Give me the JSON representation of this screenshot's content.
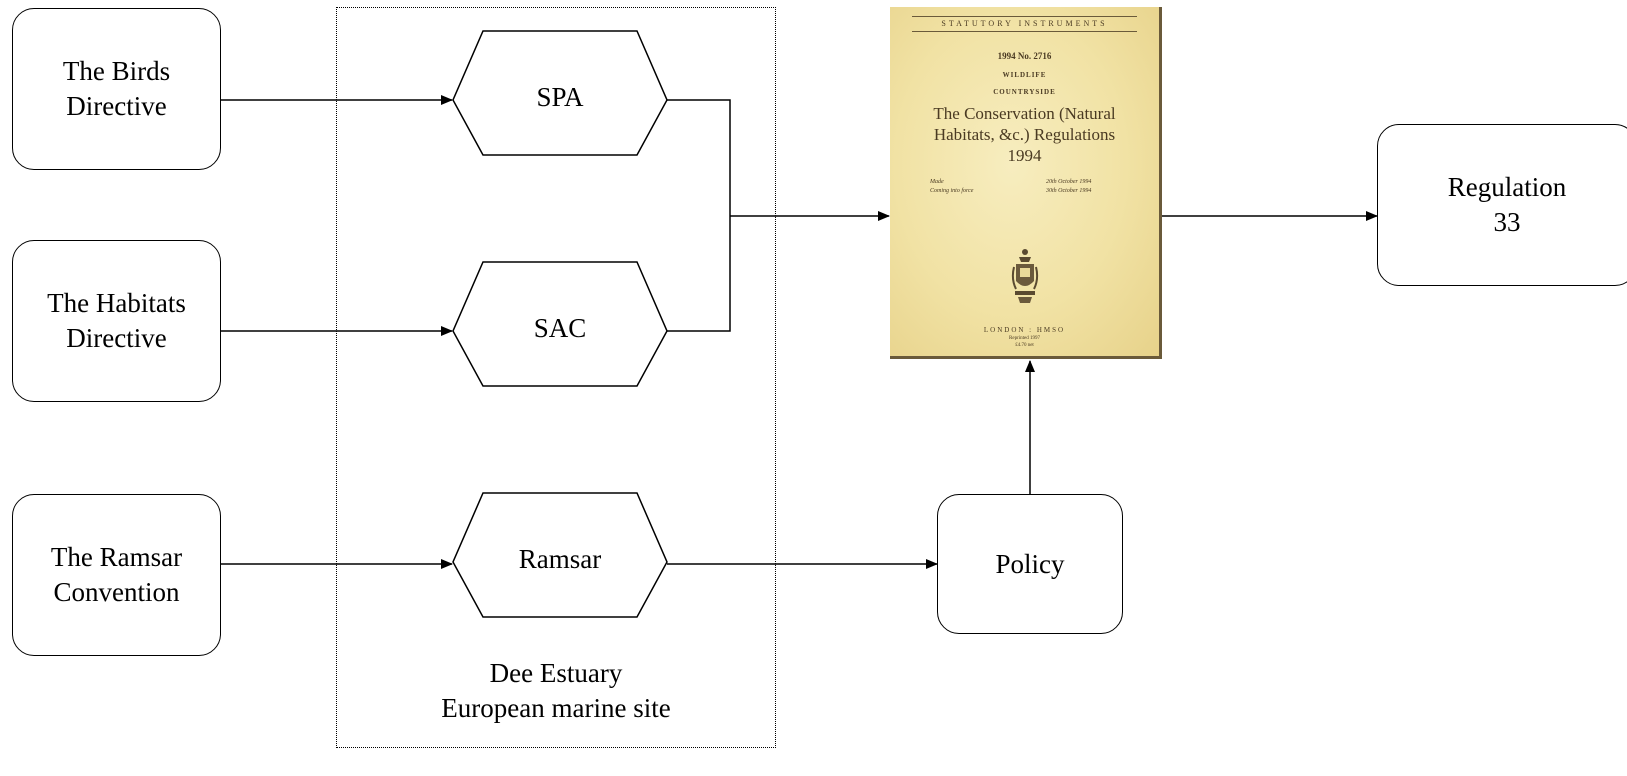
{
  "sources": {
    "birds": "The Birds\nDirective",
    "habitats": "The Habitats\nDirective",
    "ramsar": "The Ramsar\nConvention"
  },
  "designations": {
    "spa": "SPA",
    "sac": "SAC",
    "ramsar": "Ramsar"
  },
  "site": {
    "label": "Dee Estuary\nEuropean marine site"
  },
  "policy": "Policy",
  "outcome": "Regulation\n33",
  "document": {
    "series": "STATUTORY INSTRUMENTS",
    "number": "1994 No. 2716",
    "subject_1": "WILDLIFE",
    "subject_2": "COUNTRYSIDE",
    "title": "The Conservation (Natural\nHabitats, &c.) Regulations\n1994",
    "made_label": "Made",
    "made_date": "20th October 1994",
    "force_label": "Coming into force",
    "force_date": "30th October 1994",
    "imprint": "LONDON : HMSO",
    "imprint_sub": "Reprinted 1997\n£4.70 net"
  },
  "colors": {
    "line": "#000000",
    "cover_paper": "#f1e2a4",
    "cover_ink": "#4a3a22"
  }
}
